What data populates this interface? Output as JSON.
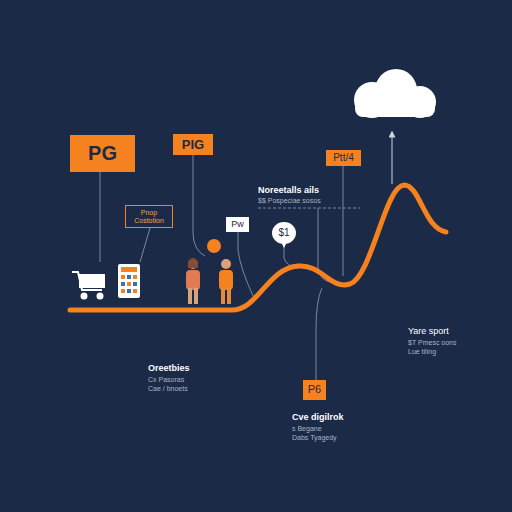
{
  "diagram": {
    "nodes": [
      {
        "text": [
          "PG"
        ]
      },
      {
        "text": [
          "PIG"
        ]
      },
      {
        "text": [
          "Ptt/4"
        ]
      },
      {
        "text": [
          "Pnop Costotion"
        ]
      },
      {
        "text": [
          "Pw"
        ]
      },
      {
        "text": [
          "$1"
        ]
      },
      {
        "text": [
          "P6"
        ]
      }
    ],
    "labels": [
      "Noreetalls ails",
      "$$ Pospeciae sosos",
      "Yare sport",
      "$T Pmesc oons",
      "Lue tiling",
      "Oreetbies",
      "Cx Pasoras",
      "Cae / bnoets",
      "Cve digilrok",
      "s Begane",
      "Dabs Tyagedy"
    ]
  }
}
